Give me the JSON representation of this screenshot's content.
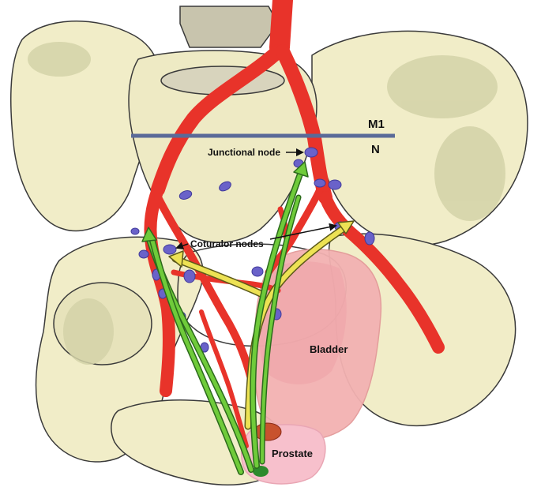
{
  "labels": {
    "m1": "M1",
    "n": "N",
    "junctional_node": "Junctional node",
    "coturalor_nodes": "Coturalor nodes",
    "bladder": "Bladder",
    "prostate": "Prostate"
  },
  "colors": {
    "bone": "#f1edc8",
    "bone_outline": "#3a3a3a",
    "bone_shadow": "#d3d2a8",
    "artery": "#e8332a",
    "bladder": "#f3b2b2",
    "prostate": "#f7c0cc",
    "lymph_node": "#6a62c9",
    "green_path": "#6fcb3a",
    "yellow_path": "#ede254",
    "m1_line": "#5a6a98"
  }
}
